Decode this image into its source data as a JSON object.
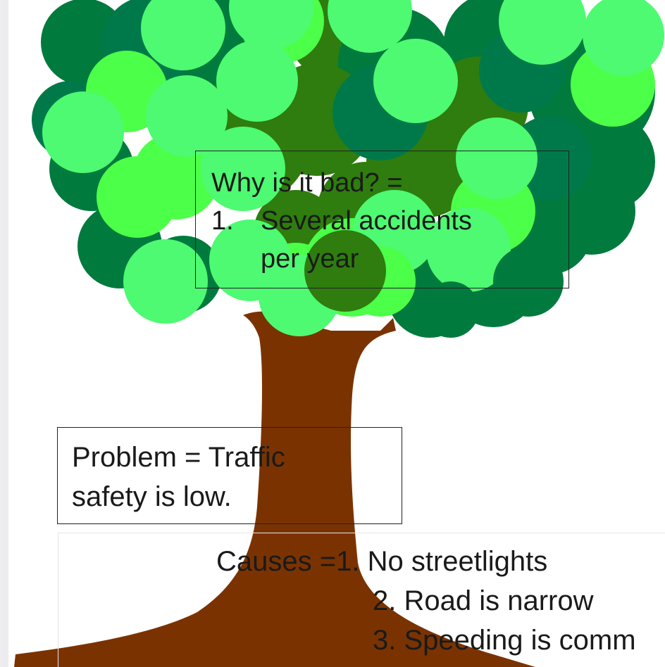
{
  "colors": {
    "trunk": "#7a3300",
    "canopy_dark": "#007a3d",
    "canopy_mid": "#2e7d0e",
    "canopy_teal": "#00794a",
    "leaf_bright": "#4dfa72",
    "leaf_lime": "#4cff48",
    "box_border": "#222222"
  },
  "why_box": {
    "title": "Why is it bad? =",
    "items": [
      {
        "number": "1.",
        "text": "Several accidents",
        "continuation": "per year"
      }
    ]
  },
  "problem_box": {
    "line1": "Problem = Traffic",
    "line2": "safety is low."
  },
  "causes_box": {
    "label": "Causes = ",
    "items": [
      "1. No streetlights",
      "2. Road is narrow",
      "3. Speeding is comm"
    ]
  }
}
